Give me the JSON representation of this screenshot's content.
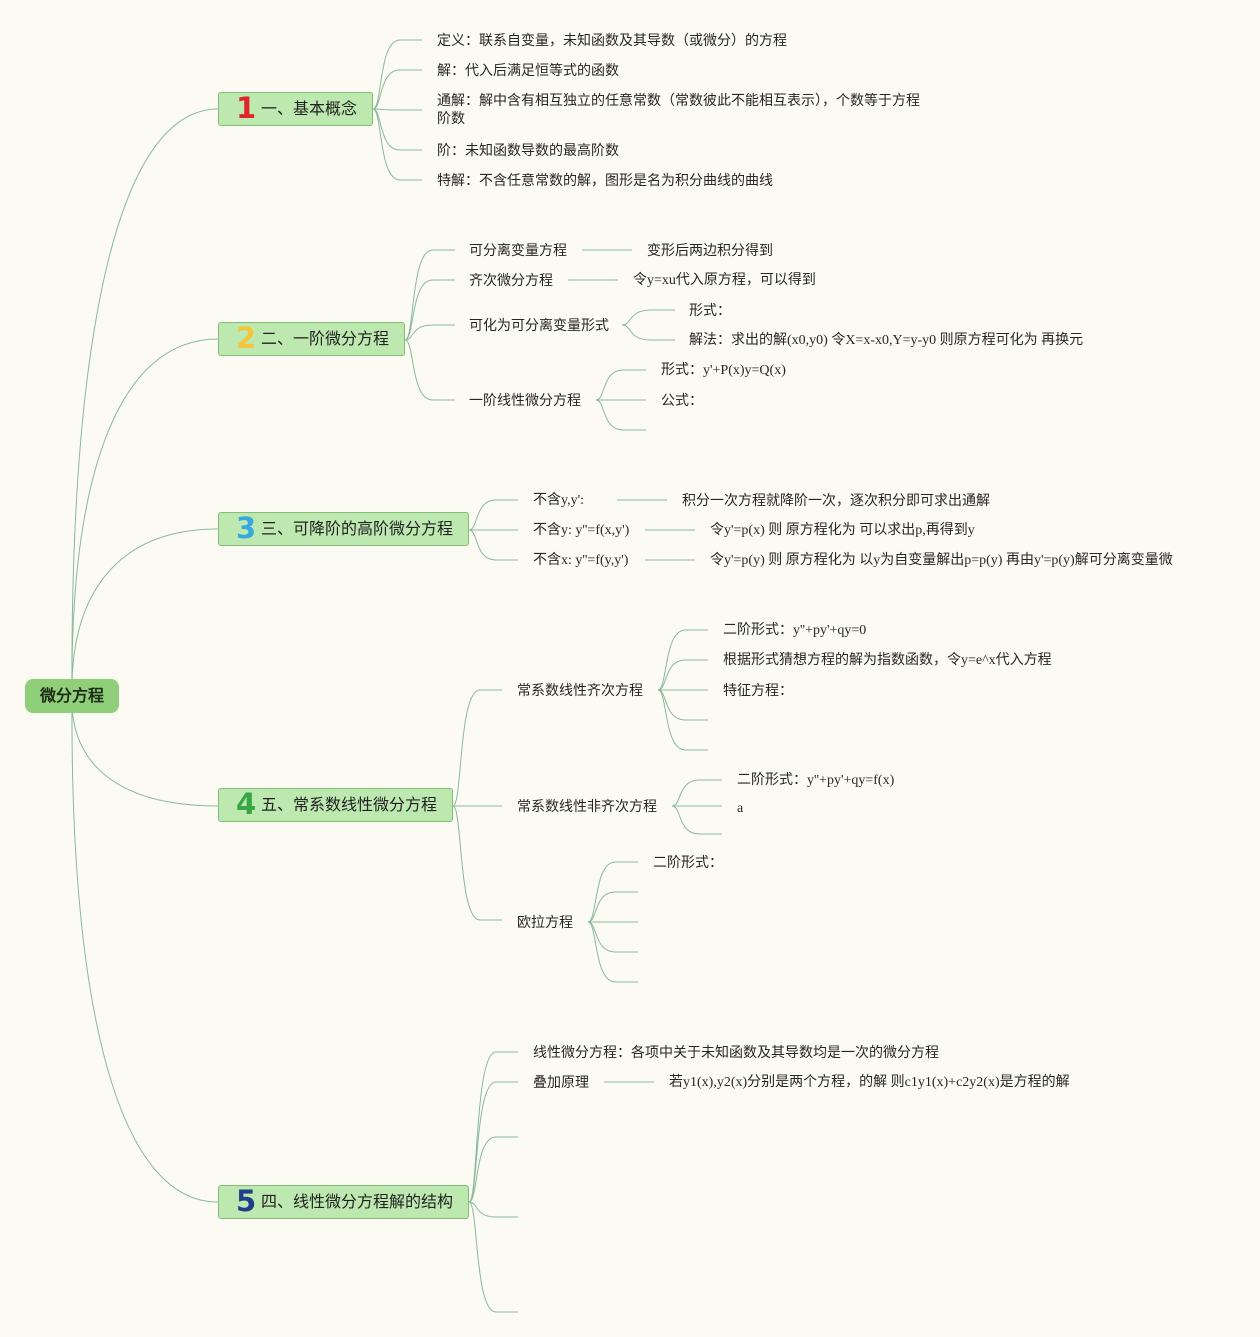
{
  "root": {
    "label": "微分方程"
  },
  "colors": {
    "line": "#8ab89a",
    "n1": "#e0262b",
    "n2": "#f3c53c",
    "n3": "#3aa7df",
    "n4": "#36a742",
    "n5": "#1f3f8c"
  },
  "b1": {
    "num": "1",
    "label": "一、基本概念",
    "items": [
      "定义：联系自变量，未知函数及其导数（或微分）的方程",
      "解：代入后满足恒等式的函数",
      "通解：解中含有相互独立的任意常数（常数彼此不能相互表示），个数等于方程阶数",
      "阶：未知函数导数的最高阶数",
      "特解：不含任意常数的解，图形是名为积分曲线的曲线"
    ]
  },
  "b2": {
    "num": "2",
    "label": "二、一阶微分方程",
    "sep": {
      "label": "可分离变量方程",
      "detail": "变形后两边积分得到 "
    },
    "hom": {
      "label": "齐次微分方程",
      "detail": "令y=xu代入原方程，可以得到 "
    },
    "red": {
      "label": "可化为可分离变量形式",
      "form": "形式：",
      "method": "解法：求出的解(x0,y0) 令X=x-x0,Y=y-y0 则原方程可化为 再换元"
    },
    "lin": {
      "label": "一阶线性微分方程",
      "form": "形式：y'+P(x)y=Q(x)",
      "formula": "公式："
    }
  },
  "b3": {
    "num": "3",
    "label": "三、可降阶的高阶微分方程",
    "r1": {
      "label": "不含y,y': ",
      "detail": "积分一次方程就降阶一次，逐次积分即可求出通解"
    },
    "r2": {
      "label": "不含y: y''=f(x,y')",
      "detail": "令y'=p(x) 则 原方程化为 可以求出p,再得到y"
    },
    "r3": {
      "label": "不含x: y''=f(y,y')",
      "detail": "令y'=p(y) 则 原方程化为 以y为自变量解出p=p(y) 再由y'=p(y)解可分离变量微"
    }
  },
  "b4": {
    "num": "4",
    "label": "五、常系数线性微分方程",
    "homo": {
      "label": "常系数线性齐次方程",
      "items": [
        "二阶形式：y''+py'+qy=0",
        "根据形式猜想方程的解为指数函数，令y=e^x代入方程",
        "特征方程："
      ]
    },
    "nonhomo": {
      "label": "常系数线性非齐次方程",
      "items": [
        "二阶形式：y''+py'+qy=f(x)",
        "a"
      ]
    },
    "euler": {
      "label": "欧拉方程",
      "items": [
        "二阶形式："
      ]
    }
  },
  "b5": {
    "num": "5",
    "label": "四、线性微分方程解的结构",
    "def": "线性微分方程：各项中关于未知函数及其导数均是一次的微分方程",
    "sup": {
      "label": "叠加原理",
      "detail": "若y1(x),y2(x)分别是两个方程，的解 则c1y1(x)+c2y2(x)是方程的解"
    }
  }
}
